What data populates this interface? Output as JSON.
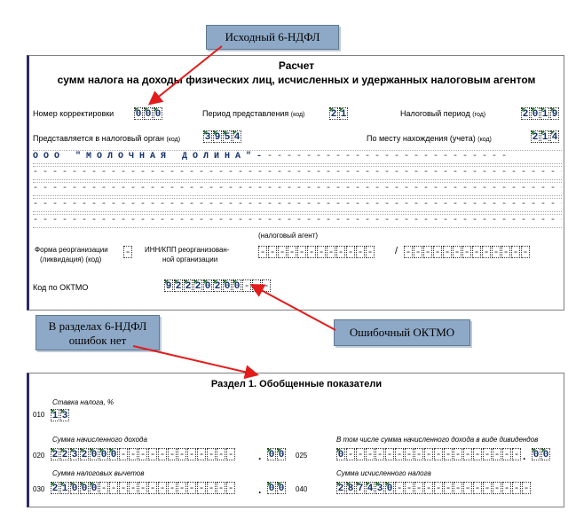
{
  "callouts": {
    "original": "Исходный 6-НДФЛ",
    "no_errors_line1": "В разделах 6-НДФЛ",
    "no_errors_line2": "ошибок нет",
    "wrong_oktmo": "Ошибочный ОКТМО"
  },
  "form": {
    "title1": "Расчет",
    "title2": "сумм налога на доходы физических лиц, исчисленных и удержанных налоговым агентом",
    "correction_label": "Номер корректировки",
    "correction_value": [
      "0",
      "0",
      "0"
    ],
    "period_label": "Период представления",
    "period_code": "(код)",
    "period_value": [
      "2",
      "1"
    ],
    "tax_period_label": "Налоговый период",
    "tax_period_code": "(год)",
    "tax_period_value": [
      "2",
      "0",
      "1",
      "9"
    ],
    "tax_office_label": "Представляется в налоговый орган",
    "tax_office_code": "(код)",
    "tax_office_value": [
      "3",
      "9",
      "5",
      "4"
    ],
    "location_label": "По месту нахождения (учета)",
    "location_code": "(код)",
    "location_value": [
      "2",
      "1",
      "4"
    ],
    "agent_name": "ООО \"МОЛОЧНАЯ ДОЛИНА\"-",
    "tax_agent_note": "(налоговый агент)",
    "reorg_form_label1": "Форма реорганизации",
    "reorg_form_label2": "(ликвидация)    (код)",
    "inn_kpp_label1": "ИНН/КПП реорганизован-",
    "inn_kpp_label2": "ной организации",
    "oktmo_label": "Код по ОКТМО",
    "oktmo_value": [
      "9",
      "2",
      "2",
      "2",
      "0",
      "2",
      "0",
      "0",
      "-",
      "-",
      "-"
    ]
  },
  "section1": {
    "title": "Раздел 1. Обобщенные показатели",
    "rate_label": "Ставка налога, %",
    "line010": "010",
    "rate_value": [
      "1",
      "3"
    ],
    "income_label": "Сумма начисленного дохода",
    "line020": "020",
    "income_value": [
      "2",
      "2",
      "3",
      "2",
      "0",
      "0",
      "0"
    ],
    "income_kop": [
      "0",
      "0"
    ],
    "dividends_label": "В том числе сумма начисленного дохода в виде дивидендов",
    "line025": "025",
    "dividends_value": [
      "0"
    ],
    "dividends_kop": [
      "0",
      "0"
    ],
    "deductions_label": "Сумма налоговых вычетов",
    "line030": "030",
    "deductions_value": [
      "2",
      "1",
      "0",
      "0",
      "0"
    ],
    "deductions_kop": [
      "0",
      "0"
    ],
    "tax_label": "Сумма исчисленного налога",
    "line040": "040",
    "tax_value": [
      "2",
      "8",
      "7",
      "4",
      "3",
      "0"
    ]
  }
}
